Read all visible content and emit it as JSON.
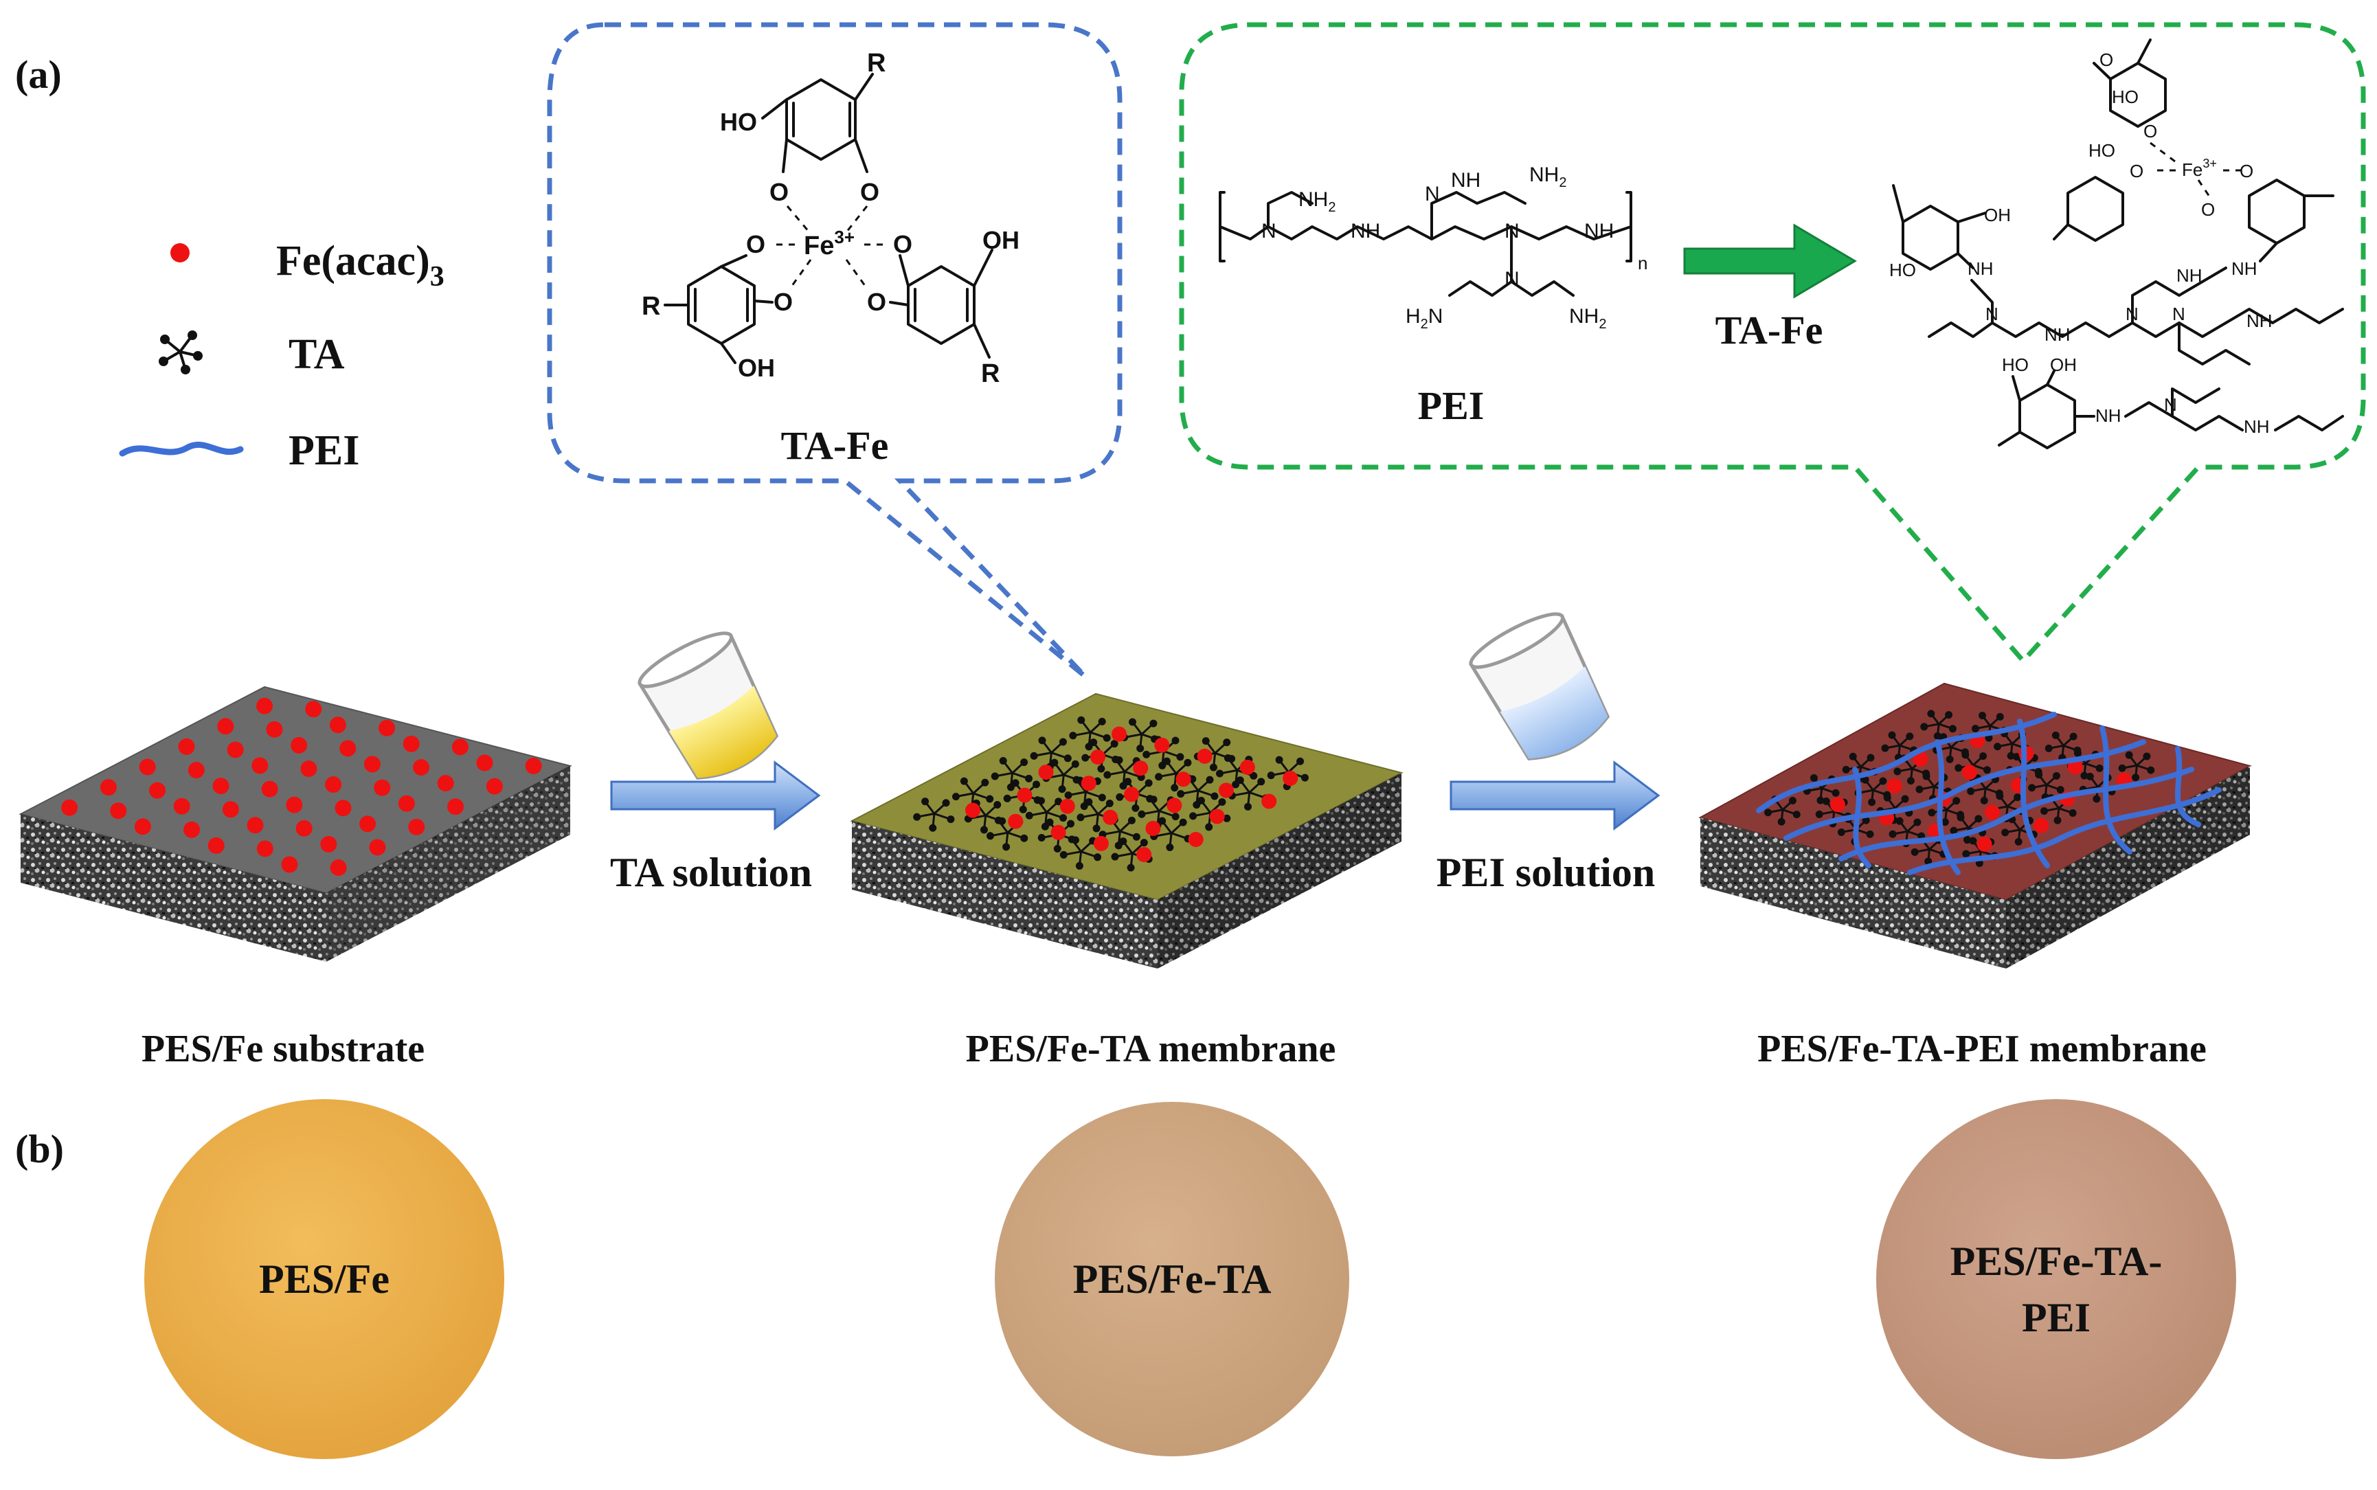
{
  "panel_labels": {
    "a": "(a)",
    "b": "(b)"
  },
  "legend": {
    "items": [
      {
        "icon": "red-dot-icon",
        "label": "Fe(acac)",
        "subscript": "3"
      },
      {
        "icon": "star-molecule-icon",
        "label": "TA"
      },
      {
        "icon": "blue-wave-icon",
        "label": "PEI"
      }
    ]
  },
  "callout_ta_fe": {
    "title": "TA-Fe",
    "atoms": {
      "R": "R",
      "HO": "HO",
      "OH": "OH",
      "O": "O",
      "Fe": "Fe",
      "charge": "3+"
    }
  },
  "callout_pei": {
    "label": "PEI",
    "arrow_label": "TA-Fe",
    "atoms": {
      "NH2": "NH",
      "sub2": "2",
      "NH": "NH",
      "N": "N",
      "H2N": "H",
      "n": "n",
      "HO": "HO",
      "OH": "OH",
      "O": "O",
      "Fe": "Fe",
      "charge": "3+"
    }
  },
  "steps": [
    {
      "caption": "PES/Fe substrate"
    },
    {
      "arrow_label": "TA solution"
    },
    {
      "caption": "PES/Fe-TA membrane"
    },
    {
      "arrow_label": "PEI solution"
    },
    {
      "caption": "PES/Fe-TA-PEI membrane"
    }
  ],
  "photos": [
    {
      "label_line1": "PES/Fe",
      "label_line2": ""
    },
    {
      "label_line1": "PES/Fe-TA",
      "label_line2": ""
    },
    {
      "label_line1": "PES/Fe-TA-",
      "label_line2": "PEI"
    }
  ],
  "colors": {
    "fe_dot": "#ee1111",
    "pei_line": "#3d6fd6",
    "callout_blue": "#4a76c9",
    "callout_green": "#22ad4b",
    "arrow_green": "#1aa84e",
    "membrane1_top": "#6b6b6b",
    "membrane2_top": "#8e8e3a",
    "membrane3_top": "#8a3a36",
    "photo1": "#ebb04c",
    "photo2": "#cca47f",
    "photo3": "#c69a80"
  }
}
